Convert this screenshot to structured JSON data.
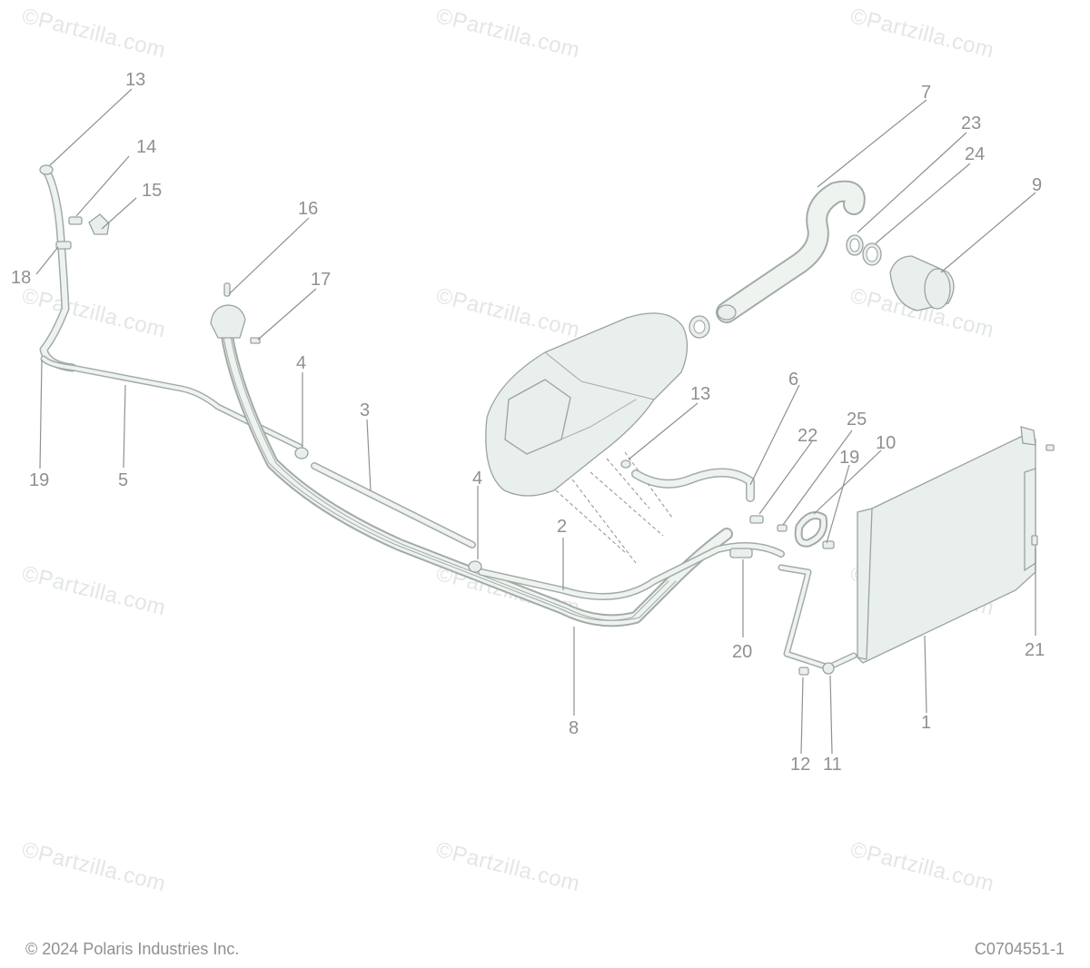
{
  "watermark": "©Partzilla.com",
  "callouts": {
    "c1": "1",
    "c2": "2",
    "c3": "3",
    "c4a": "4",
    "c4b": "4",
    "c5": "5",
    "c6": "6",
    "c7": "7",
    "c8": "8",
    "c9": "9",
    "c10": "10",
    "c11": "11",
    "c12": "12",
    "c13a": "13",
    "c13b": "13",
    "c14": "14",
    "c15": "15",
    "c16": "16",
    "c17": "17",
    "c18": "18",
    "c19a": "19",
    "c19b": "19",
    "c20": "20",
    "c21": "21",
    "c22": "22",
    "c23": "23",
    "c24": "24",
    "c25": "25"
  },
  "footer": {
    "copyright": "© 2024 Polaris Industries Inc.",
    "figure_id": "C0704551-1"
  }
}
